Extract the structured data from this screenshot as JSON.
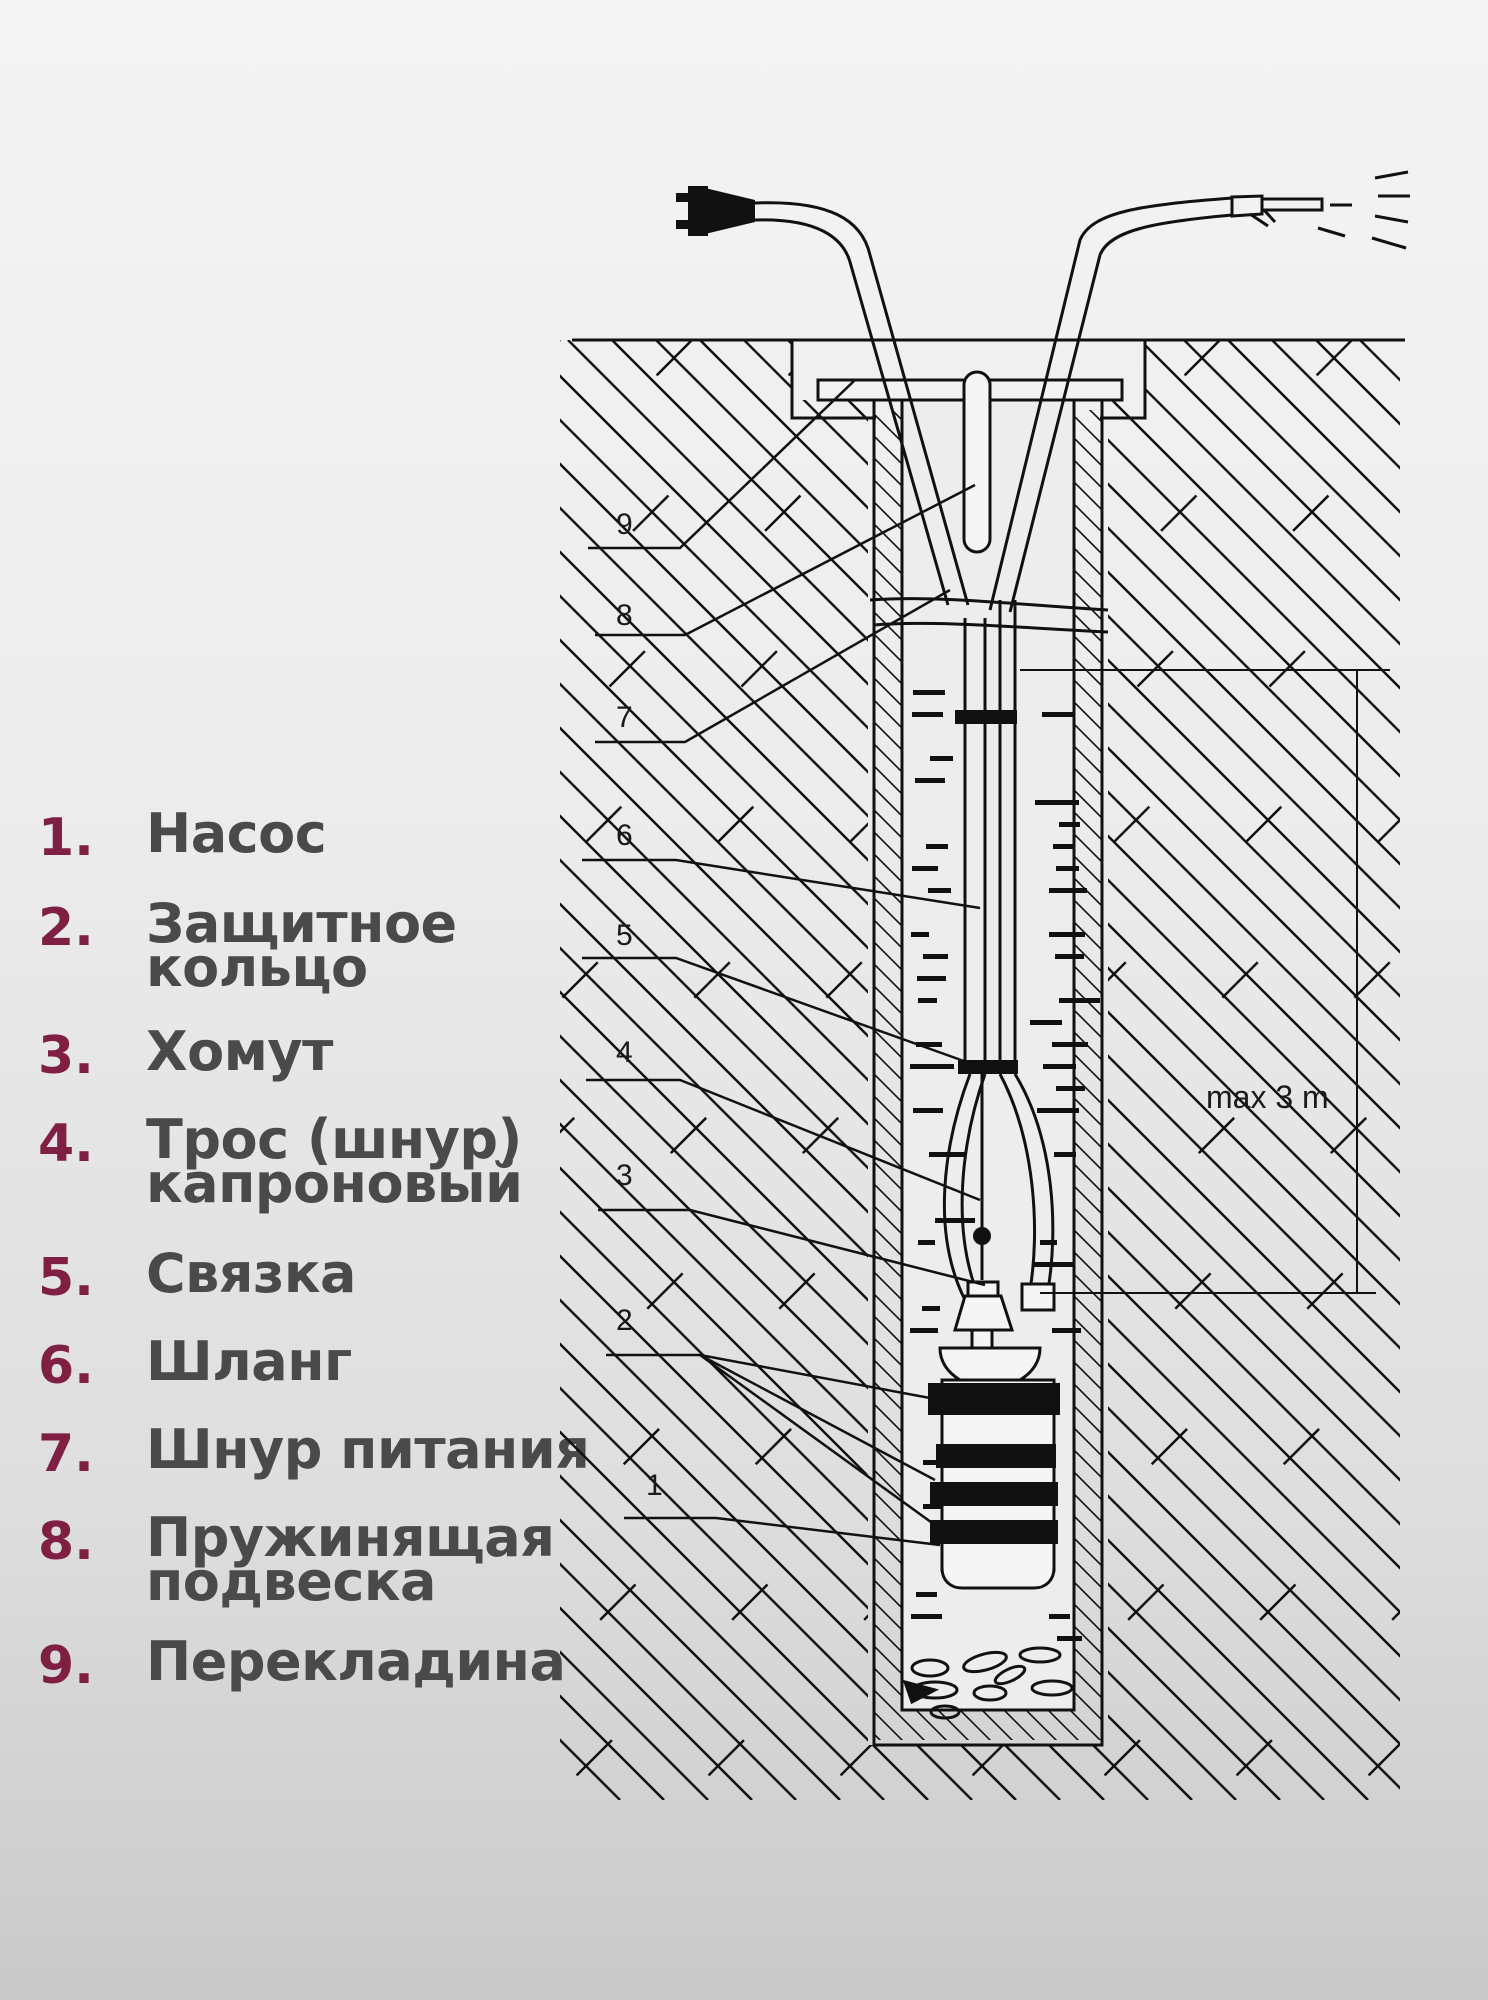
{
  "legend": {
    "items": [
      {
        "num": "1.",
        "text": "Насос"
      },
      {
        "num": "2.",
        "text": "Защитное\nкольцо"
      },
      {
        "num": "3.",
        "text": "Хомут"
      },
      {
        "num": "4.",
        "text": "Трос (шнур)\nкапроновый"
      },
      {
        "num": "5.",
        "text": "Связка"
      },
      {
        "num": "6.",
        "text": "Шланг"
      },
      {
        "num": "7.",
        "text": "Шнур питания"
      },
      {
        "num": "8.",
        "text": "Пружинящая\nподвеска"
      },
      {
        "num": "9.",
        "text": "Перекладина"
      }
    ]
  },
  "diagram": {
    "callouts": [
      "9",
      "8",
      "7",
      "6",
      "5",
      "4",
      "3",
      "2",
      "1"
    ],
    "dimension_label": "max 3 m"
  },
  "colors": {
    "accent_number": "#7e1f43",
    "legend_text": "#4a4a4a",
    "line": "#111111"
  }
}
